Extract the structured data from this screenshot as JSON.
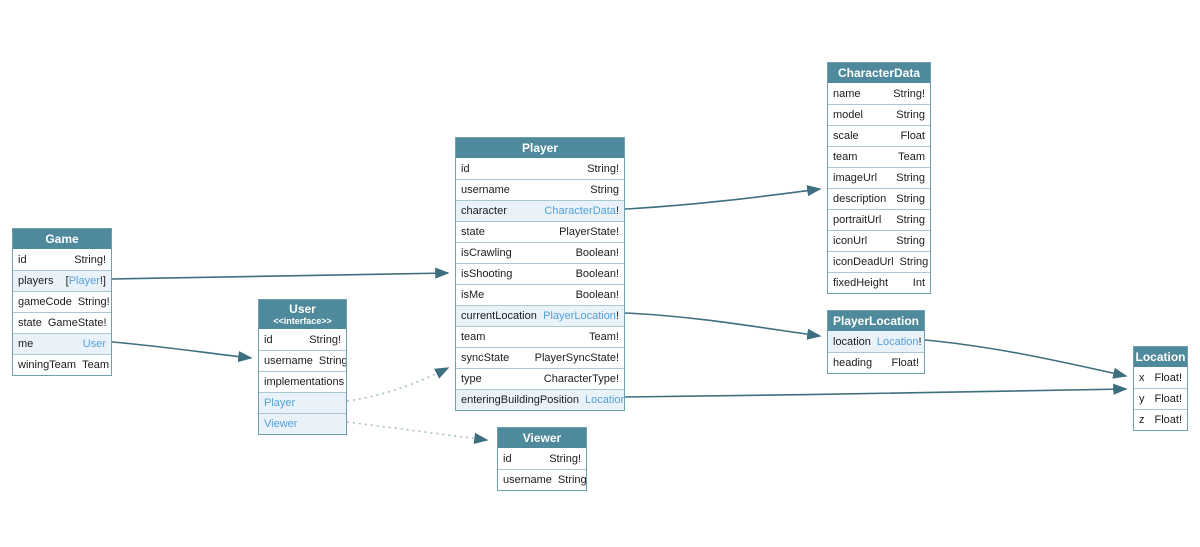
{
  "diagram": {
    "kind": "graphql-schema-diagram",
    "colors": {
      "header_teal": "#4e8a9b",
      "link_blue": "#55a1d9",
      "row_highlight": "#e9f2f8",
      "table_border": "#6fa0af",
      "row_separator": "#a9c8d2",
      "text": "#1c1c1c",
      "edge": "#3e6f7f",
      "dotted_edge": "#a3bfc8"
    }
  },
  "tables": [
    {
      "id": "Game",
      "title": "Game",
      "subtitle": "",
      "fields": [
        {
          "kind": "field",
          "name": "id",
          "prefix": "",
          "type": "String!",
          "suffix": "",
          "link": false
        },
        {
          "kind": "field",
          "name": "players",
          "prefix": "[",
          "type": "Player",
          "suffix": "!]",
          "link": true
        },
        {
          "kind": "field",
          "name": "gameCode",
          "prefix": "",
          "type": "String!",
          "suffix": "",
          "link": false
        },
        {
          "kind": "field",
          "name": "state",
          "prefix": "",
          "type": "GameState!",
          "suffix": "",
          "link": false
        },
        {
          "kind": "field",
          "name": "me",
          "prefix": "",
          "type": "User",
          "suffix": "",
          "link": true
        },
        {
          "kind": "field",
          "name": "winingTeam",
          "prefix": "",
          "type": "Team",
          "suffix": "",
          "link": false
        }
      ]
    },
    {
      "id": "User",
      "title": "User",
      "subtitle": "<<interface>>",
      "fields": [
        {
          "kind": "field",
          "name": "id",
          "prefix": "",
          "type": "String!",
          "suffix": "",
          "link": false
        },
        {
          "kind": "field",
          "name": "username",
          "prefix": "",
          "type": "String",
          "suffix": "",
          "link": false
        },
        {
          "kind": "section",
          "name": "implementations",
          "prefix": "",
          "type": "",
          "suffix": "",
          "link": false
        },
        {
          "kind": "impl",
          "name": "Player",
          "prefix": "",
          "type": "",
          "suffix": "",
          "link": true
        },
        {
          "kind": "impl",
          "name": "Viewer",
          "prefix": "",
          "type": "",
          "suffix": "",
          "link": true
        }
      ]
    },
    {
      "id": "Player",
      "title": "Player",
      "subtitle": "",
      "fields": [
        {
          "kind": "field",
          "name": "id",
          "prefix": "",
          "type": "String!",
          "suffix": "",
          "link": false
        },
        {
          "kind": "field",
          "name": "username",
          "prefix": "",
          "type": "String",
          "suffix": "",
          "link": false
        },
        {
          "kind": "field",
          "name": "character",
          "prefix": "",
          "type": "CharacterData",
          "suffix": "!",
          "link": true
        },
        {
          "kind": "field",
          "name": "state",
          "prefix": "",
          "type": "PlayerState!",
          "suffix": "",
          "link": false
        },
        {
          "kind": "field",
          "name": "isCrawling",
          "prefix": "",
          "type": "Boolean!",
          "suffix": "",
          "link": false
        },
        {
          "kind": "field",
          "name": "isShooting",
          "prefix": "",
          "type": "Boolean!",
          "suffix": "",
          "link": false
        },
        {
          "kind": "field",
          "name": "isMe",
          "prefix": "",
          "type": "Boolean!",
          "suffix": "",
          "link": false
        },
        {
          "kind": "field",
          "name": "currentLocation",
          "prefix": "",
          "type": "PlayerLocation",
          "suffix": "!",
          "link": true
        },
        {
          "kind": "field",
          "name": "team",
          "prefix": "",
          "type": "Team!",
          "suffix": "",
          "link": false
        },
        {
          "kind": "field",
          "name": "syncState",
          "prefix": "",
          "type": "PlayerSyncState!",
          "suffix": "",
          "link": false
        },
        {
          "kind": "field",
          "name": "type",
          "prefix": "",
          "type": "CharacterType!",
          "suffix": "",
          "link": false
        },
        {
          "kind": "field",
          "name": "enteringBuildingPosition",
          "prefix": "",
          "type": "Location",
          "suffix": "",
          "link": true
        }
      ]
    },
    {
      "id": "CharacterData",
      "title": "CharacterData",
      "subtitle": "",
      "fields": [
        {
          "kind": "field",
          "name": "name",
          "prefix": "",
          "type": "String!",
          "suffix": "",
          "link": false
        },
        {
          "kind": "field",
          "name": "model",
          "prefix": "",
          "type": "String",
          "suffix": "",
          "link": false
        },
        {
          "kind": "field",
          "name": "scale",
          "prefix": "",
          "type": "Float",
          "suffix": "",
          "link": false
        },
        {
          "kind": "field",
          "name": "team",
          "prefix": "",
          "type": "Team",
          "suffix": "",
          "link": false
        },
        {
          "kind": "field",
          "name": "imageUrl",
          "prefix": "",
          "type": "String",
          "suffix": "",
          "link": false
        },
        {
          "kind": "field",
          "name": "description",
          "prefix": "",
          "type": "String",
          "suffix": "",
          "link": false
        },
        {
          "kind": "field",
          "name": "portraitUrl",
          "prefix": "",
          "type": "String",
          "suffix": "",
          "link": false
        },
        {
          "kind": "field",
          "name": "iconUrl",
          "prefix": "",
          "type": "String",
          "suffix": "",
          "link": false
        },
        {
          "kind": "field",
          "name": "iconDeadUrl",
          "prefix": "",
          "type": "String",
          "suffix": "",
          "link": false
        },
        {
          "kind": "field",
          "name": "fixedHeight",
          "prefix": "",
          "type": "Int",
          "suffix": "",
          "link": false
        }
      ]
    },
    {
      "id": "PlayerLocation",
      "title": "PlayerLocation",
      "subtitle": "",
      "fields": [
        {
          "kind": "field",
          "name": "location",
          "prefix": "",
          "type": "Location",
          "suffix": "!",
          "link": true
        },
        {
          "kind": "field",
          "name": "heading",
          "prefix": "",
          "type": "Float!",
          "suffix": "",
          "link": false
        }
      ]
    },
    {
      "id": "Location",
      "title": "Location",
      "subtitle": "",
      "fields": [
        {
          "kind": "field",
          "name": "x",
          "prefix": "",
          "type": "Float!",
          "suffix": "",
          "link": false
        },
        {
          "kind": "field",
          "name": "y",
          "prefix": "",
          "type": "Float!",
          "suffix": "",
          "link": false
        },
        {
          "kind": "field",
          "name": "z",
          "prefix": "",
          "type": "Float!",
          "suffix": "",
          "link": false
        }
      ]
    },
    {
      "id": "Viewer",
      "title": "Viewer",
      "subtitle": "",
      "fields": [
        {
          "kind": "field",
          "name": "id",
          "prefix": "",
          "type": "String!",
          "suffix": "",
          "link": false
        },
        {
          "kind": "field",
          "name": "username",
          "prefix": "",
          "type": "String",
          "suffix": "",
          "link": false
        }
      ]
    }
  ],
  "edges": [
    {
      "from": "Game.players",
      "to": "Player",
      "style": "solid"
    },
    {
      "from": "Game.me",
      "to": "User",
      "style": "solid"
    },
    {
      "from": "Player.character",
      "to": "CharacterData",
      "style": "solid"
    },
    {
      "from": "Player.currentLocation",
      "to": "PlayerLocation",
      "style": "solid"
    },
    {
      "from": "Player.enteringBuildingPosition",
      "to": "Location",
      "style": "solid"
    },
    {
      "from": "PlayerLocation.location",
      "to": "Location",
      "style": "solid"
    },
    {
      "from": "User.Player",
      "to": "Player",
      "style": "dotted"
    },
    {
      "from": "User.Viewer",
      "to": "Viewer",
      "style": "dotted"
    }
  ]
}
